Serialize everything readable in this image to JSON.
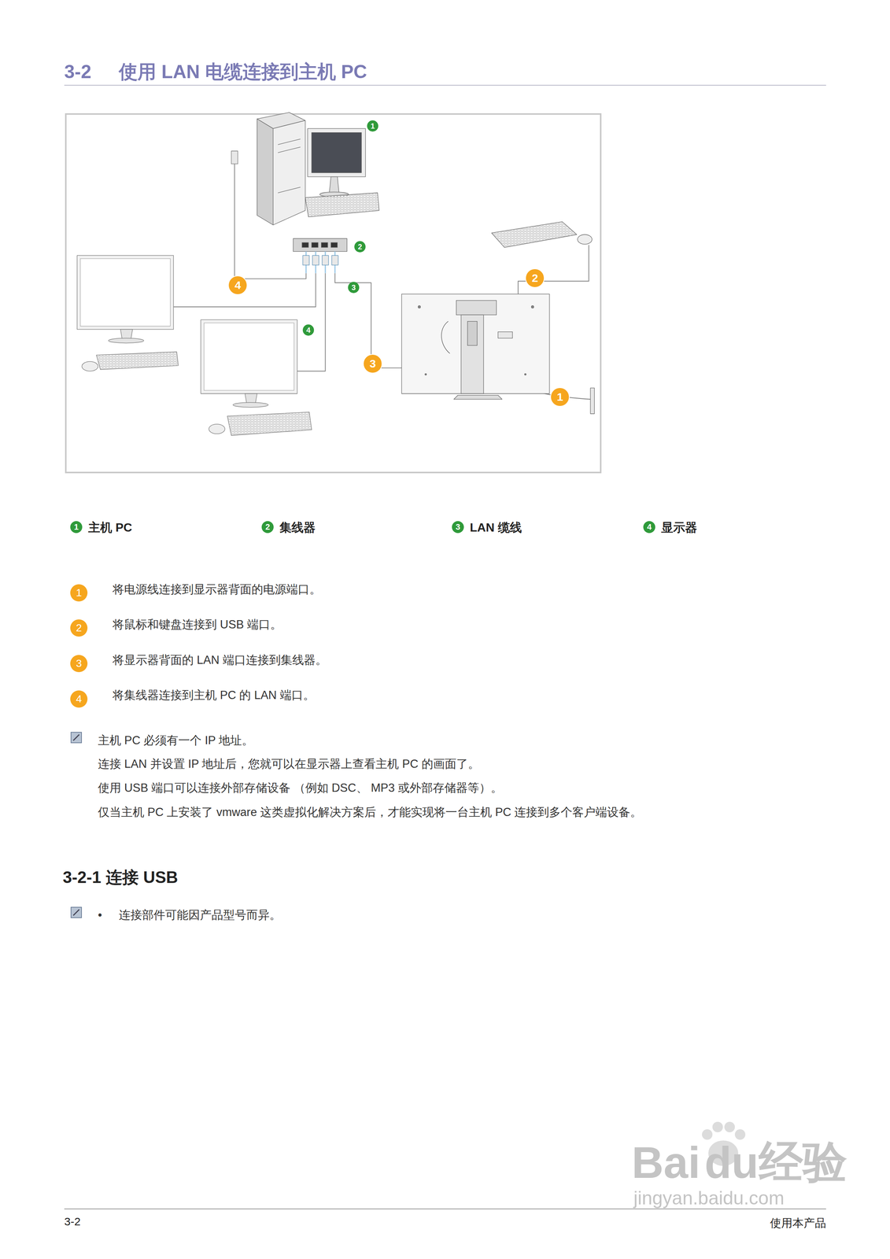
{
  "diagram": {
    "title": "使用 LAN 电缆连接到主机 PC",
    "labels": [
      "3-2",
      "1",
      "2",
      "3",
      "4",
      "4",
      "2",
      "3",
      "1",
      "1",
      "主机 PC",
      "2",
      "集线器",
      "3",
      "LAN 缆线",
      "4",
      "显示器",
      "1",
      "将电源线连接到显示器背面的电源端口。",
      "2",
      "将鼠标和键盘连接到 USB 端口。",
      "3",
      "将显示器背面的 LAN 端口连接到集线器。",
      "4",
      "将集线器连接到主机 PC 的 LAN 端口。",
      "主机 PC 必须有一个 IP 地址。",
      "连接 LAN 并设置 IP 地址后，您就可以在显示器上查看主机 PC 的画面了。",
      "使用 USB 端口可以连接外部存储设备 （例如 DSC、 MP3 或外部存储器等）。",
      "仅当主机 PC 上安装了 vmware 这类虚拟化解决方案后，才能实现将一台主机 PC 连接到多个客户端设备。",
      "3-2-1 连接 USB",
      "•",
      "连接部件可能因产品型号而异。",
      "3-2",
      "使用本产品",
      "Bai",
      "du",
      "经验",
      "jingyan.baidu.com"
    ]
  }
}
